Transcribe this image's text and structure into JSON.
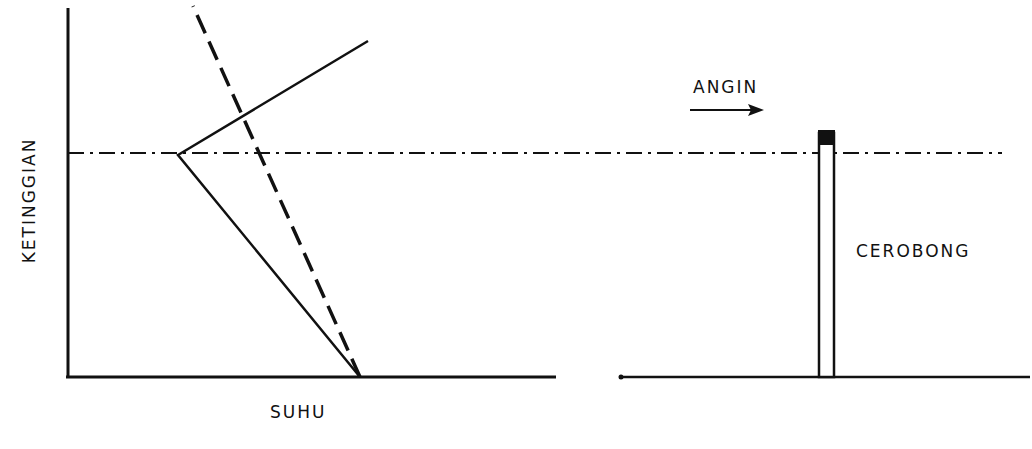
{
  "diagram": {
    "labels": [
      "ANGIN",
      "KETINGGIAN",
      "CEROBONG",
      "SUHU"
    ]
  }
}
